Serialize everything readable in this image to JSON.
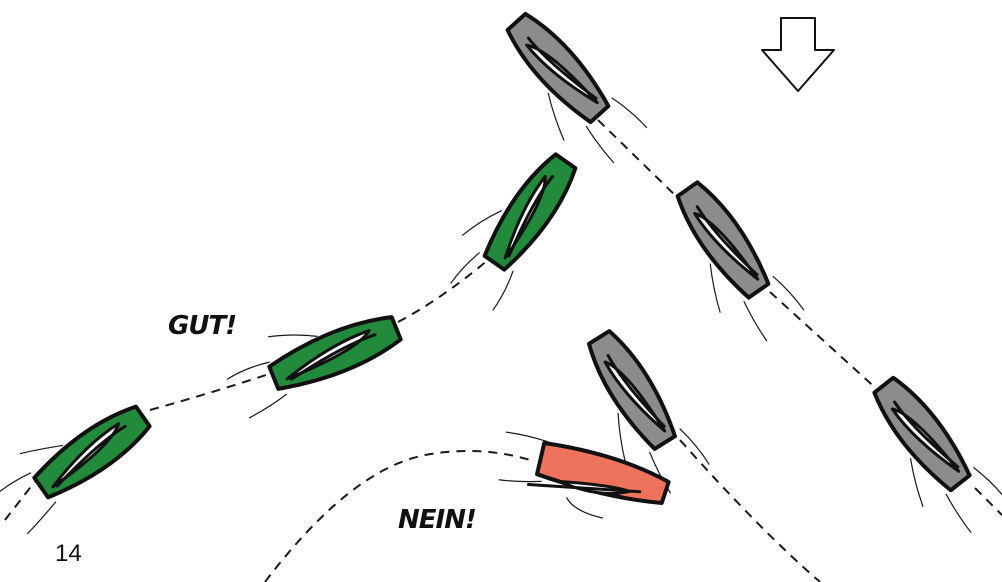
{
  "labels": {
    "good": "GUT!",
    "bad": "NEIN!"
  },
  "page_number": "14",
  "colors": {
    "green_boat": "#218a3b",
    "grey_boat": "#8c8c8e",
    "red_boat": "#ef735c",
    "arrow_fill": "#ffffff"
  },
  "icons": {
    "direction": "down-arrow-icon"
  }
}
